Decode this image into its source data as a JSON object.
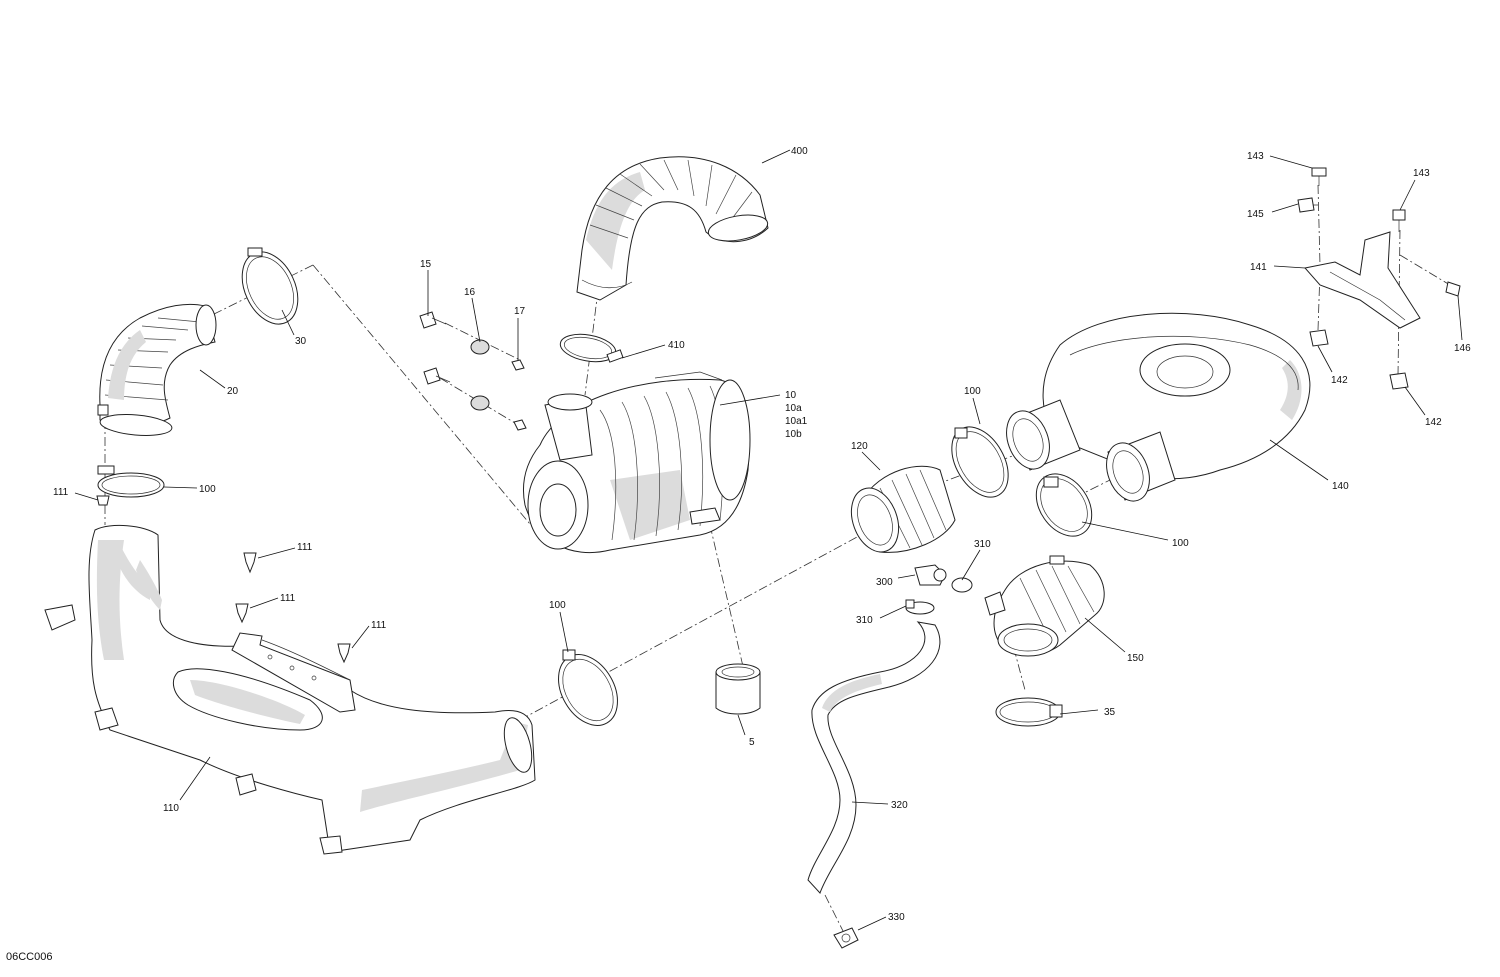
{
  "drawing_code": "06CC006",
  "callouts": {
    "c400": "400",
    "c15": "15",
    "c16": "16",
    "c17": "17",
    "c410": "410",
    "c10": "10",
    "c10a": "10a",
    "c10a1": "10a1",
    "c10b": "10b",
    "c30": "30",
    "c20": "20",
    "c111a": "111",
    "c100a": "100",
    "c111b": "111",
    "c111c": "111",
    "c111d": "111",
    "c110": "110",
    "c100b": "100",
    "c5": "5",
    "c120": "120",
    "c100c": "100",
    "c140": "140",
    "c100d": "100",
    "c310a": "310",
    "c300": "300",
    "c310b": "310",
    "c150": "150",
    "c35": "35",
    "c320": "320",
    "c330": "330",
    "c143a": "143",
    "c143b": "143",
    "c145": "145",
    "c141": "141",
    "c146": "146",
    "c142a": "142",
    "c142b": "142"
  }
}
